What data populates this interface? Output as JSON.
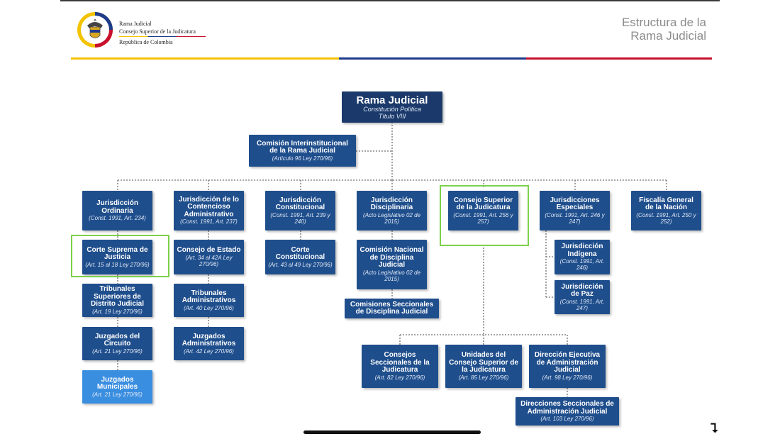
{
  "header": {
    "org_line1": "Rama Judicial",
    "org_line2": "Consejo Superior de la Judicatura",
    "org_line3": "República de Colombia",
    "title_line1": "Estructura de la",
    "title_line2": "Rama Judicial"
  },
  "colors": {
    "dark_blue": "#1b3a6b",
    "blue": "#1f4e8c",
    "light_blue": "#3a8ee0",
    "highlight": "#7cd14a",
    "flag_yellow": "#f4c300",
    "flag_blue": "#1e3a8a",
    "flag_red": "#c8102e"
  },
  "logo_icon": "coat-of-arms-icon",
  "nodes": {
    "rama": {
      "title": "Rama Judicial",
      "sub1": "Constitución Política",
      "sub2": "Título VIII"
    },
    "comision_inter": {
      "title": "Comisión Interinstitucional de la Rama Judicial",
      "sub": "(Artículo 96 Ley 270/96)"
    },
    "ordinaria": {
      "title": "Jurisdicción Ordinaria",
      "sub": "(Const. 1991, Art. 234)"
    },
    "corte_suprema": {
      "title": "Corte Suprema de Justicia",
      "sub": "(Art. 15 al 18 Ley 270/96)"
    },
    "tribunales_sup": {
      "title": "Tribunales Superiores de Distrito Judicial",
      "sub": "(Art. 19 Ley 270/96)"
    },
    "juzgados_circuito": {
      "title": "Juzgados del Circuito",
      "sub": "(Art. 21 Ley 270/96)"
    },
    "juzgados_municipales": {
      "title": "Juzgados Municipales",
      "sub": "(Art. 21 Ley 270/96)"
    },
    "contencioso": {
      "title": "Jurisdicción de lo Contencioso Administrativo",
      "sub": "(Const. 1991, Art. 237)"
    },
    "consejo_estado": {
      "title": "Consejo de Estado",
      "sub": "(Art. 34 al 42A Ley 270/96)"
    },
    "tribunales_adm": {
      "title": "Tribunales Administrativos",
      "sub": "(Art. 40 Ley 270/96)"
    },
    "juzgados_adm": {
      "title": "Juzgados Administrativos",
      "sub": "(Art. 42 Ley 270/96)"
    },
    "constitucional": {
      "title": "Jurisdicción Constitucional",
      "sub": "(Const. 1991, Art. 239 y 240)"
    },
    "corte_const": {
      "title": "Corte Constitucional",
      "sub": "(Art. 43 al 49 Ley 270/96)"
    },
    "disciplinaria": {
      "title": "Jurisdicción Disciplinaria",
      "sub": "(Acto Legislativo 02 de 2015)"
    },
    "comision_nac": {
      "title": "Comisión Nacional de Disciplina Judicial",
      "sub": "(Acto Legislativo 02 de 2015)"
    },
    "comisiones_secc": {
      "title": "Comisiones Seccionales de Disciplina Judicial"
    },
    "consejo_superior": {
      "title": "Consejo Superior de la Judicatura",
      "sub": "(Const. 1991, Art. 256 y 257)"
    },
    "consejos_secc": {
      "title": "Consejos Seccionales de la Judicatura",
      "sub": "(Art. 82 Ley 270/96)"
    },
    "unidades": {
      "title": "Unidades del Consejo Superior de la Judicatura",
      "sub": "(Art. 85 Ley 270/96)"
    },
    "direccion_ej": {
      "title": "Dirección Ejecutiva de Administración Judicial",
      "sub": "(Art. 98 Ley 270/96)"
    },
    "direcciones_secc": {
      "title": "Direcciones Seccionales de Administración Judicial",
      "sub": "(Art. 103 Ley 270/96)"
    },
    "especiales": {
      "title": "Jurisdicciones Especiales",
      "sub": "(Const. 1991, Art. 246 y 247)"
    },
    "indigena": {
      "title": "Jurisdicción Indígena",
      "sub": "(Const. 1991, Art. 246)"
    },
    "paz": {
      "title": "Jurisdicción de Paz",
      "sub": "(Const. 1991, Art. 247)"
    },
    "fiscalia": {
      "title": "Fiscalía General de la Nación",
      "sub": "(Const. 1991, Art. 250 y 252)"
    }
  }
}
